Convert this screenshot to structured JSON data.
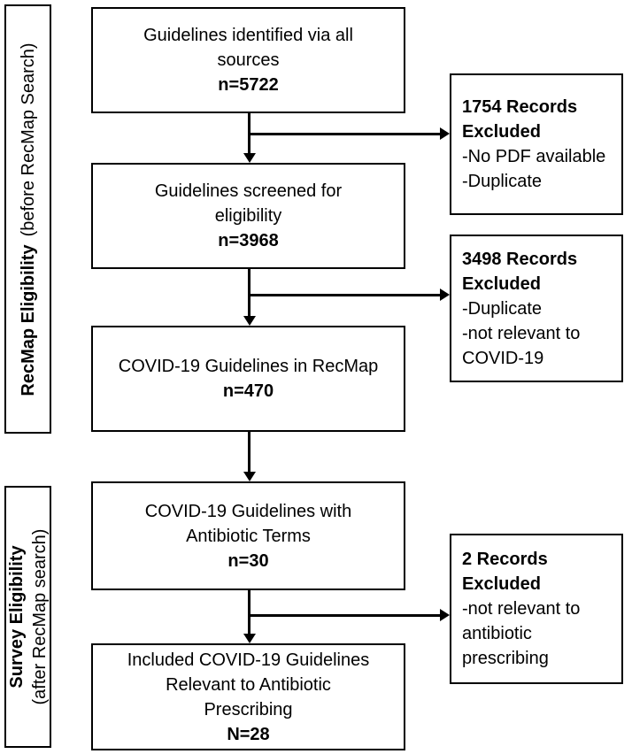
{
  "figure": {
    "type": "flow-diagram",
    "background_color": "#ffffff",
    "line_color": "#000000",
    "text_color": "#000000"
  },
  "side_labels": [
    {
      "bold": "RecMap Eligibility",
      "regular": "(before RecMap Search)"
    },
    {
      "bold": "Survey Eligibility",
      "regular": "(after RecMap search)"
    }
  ],
  "flow_boxes": [
    {
      "lines": [
        "Guidelines identified via all",
        "sources"
      ],
      "count": "n=5722"
    },
    {
      "lines": [
        "Guidelines screened for",
        "eligibility"
      ],
      "count": "n=3968"
    },
    {
      "lines": [
        "COVID-19 Guidelines in RecMap"
      ],
      "count": "n=470"
    },
    {
      "lines": [
        "COVID-19 Guidelines with",
        "Antibiotic Terms"
      ],
      "count": "n=30"
    },
    {
      "lines": [
        "Included COVID-19 Guidelines",
        "Relevant to Antibiotic",
        "Prescribing"
      ],
      "count": "N=28"
    }
  ],
  "exclusion_boxes": [
    {
      "bold_lines": [
        "1754 Records",
        "Excluded"
      ],
      "items": [
        "-No PDF available",
        "-Duplicate"
      ]
    },
    {
      "bold_lines": [
        "3498 Records",
        "Excluded"
      ],
      "items": [
        "-Duplicate",
        "-not relevant to",
        "COVID-19"
      ]
    },
    {
      "bold_lines": [
        "2 Records",
        "Excluded"
      ],
      "items": [
        "-not relevant to",
        "antibiotic",
        "prescribing"
      ]
    }
  ]
}
